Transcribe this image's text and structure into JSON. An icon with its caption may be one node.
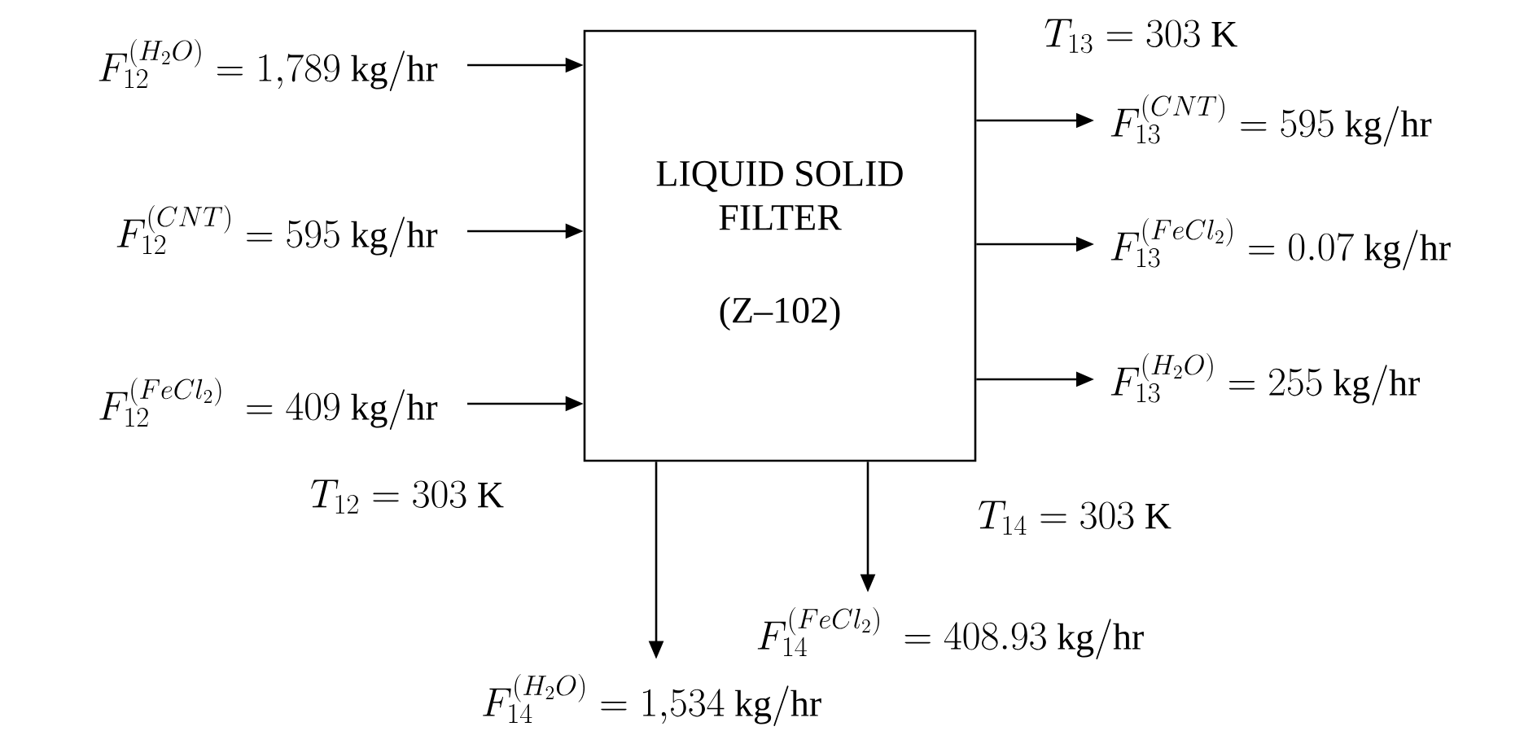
{
  "diagram": {
    "nodes": [
      {
        "text": [
          "LIQUID SOLID FILTER",
          "(Z–102)"
        ]
      },
      {
        "text": [
          "F_{12}^{(H_2O)} = 1{,}789\\ \\mathrm{kg/hr}"
        ]
      },
      {
        "text": [
          "F_{12}^{(CNT)} = 595\\ \\mathrm{kg/hr}"
        ]
      },
      {
        "text": [
          "F_{12}^{(FeCl_2)}\\ = 409\\ \\mathrm{kg/hr}"
        ]
      },
      {
        "text": [
          "F_{13}^{(CNT)} = 595\\ \\mathrm{kg/hr}"
        ]
      },
      {
        "text": [
          "F_{13}^{(FeCl_2)} = 0.07\\ \\mathrm{kg/hr}"
        ]
      },
      {
        "text": [
          "F_{13}^{(H_2O)} = 255\\ \\mathrm{kg/hr}"
        ]
      },
      {
        "text": [
          "F_{14}^{(FeCl_2)}\\ = 408.93\\ \\mathrm{kg/hr}"
        ]
      },
      {
        "text": [
          "F_{14}^{(H_2O)} = 1{,}534\\ \\mathrm{kg/hr}"
        ]
      }
    ],
    "edges": [
      {
        "from": 1,
        "to": 0,
        "arrow": "to"
      },
      {
        "from": 2,
        "to": 0,
        "arrow": "to"
      },
      {
        "from": 3,
        "to": 0,
        "arrow": "to"
      },
      {
        "from": 0,
        "to": 4,
        "arrow": "to"
      },
      {
        "from": 0,
        "to": 5,
        "arrow": "to"
      },
      {
        "from": 0,
        "to": 6,
        "arrow": "to"
      },
      {
        "from": 0,
        "to": 7,
        "arrow": "to"
      },
      {
        "from": 0,
        "to": 8,
        "arrow": "to"
      }
    ],
    "labels": [
      "T_{13} = 303\\ \\mathrm{K}",
      "T_{12} = 303\\ \\mathrm{K}",
      "T_{14} = 303\\ \\mathrm{K}"
    ]
  }
}
